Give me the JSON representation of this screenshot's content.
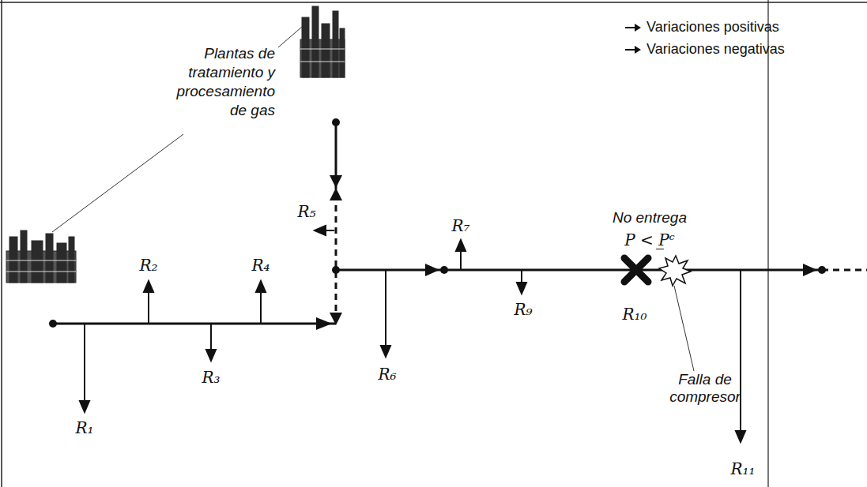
{
  "diagram": {
    "labels": [
      "Plantas de tratamiento y procesamiento de gas",
      "R₁",
      "R₂",
      "R₃",
      "R₄",
      "R₅",
      "R₆",
      "R₇",
      "R₉",
      "No entrega",
      "P < P̲ᶜ",
      "R₁₀",
      "Falla de compresor",
      "R₁₁"
    ],
    "legend": [
      {
        "text": "Variaciones positivas"
      },
      {
        "text": "Variaciones negativas"
      }
    ]
  }
}
